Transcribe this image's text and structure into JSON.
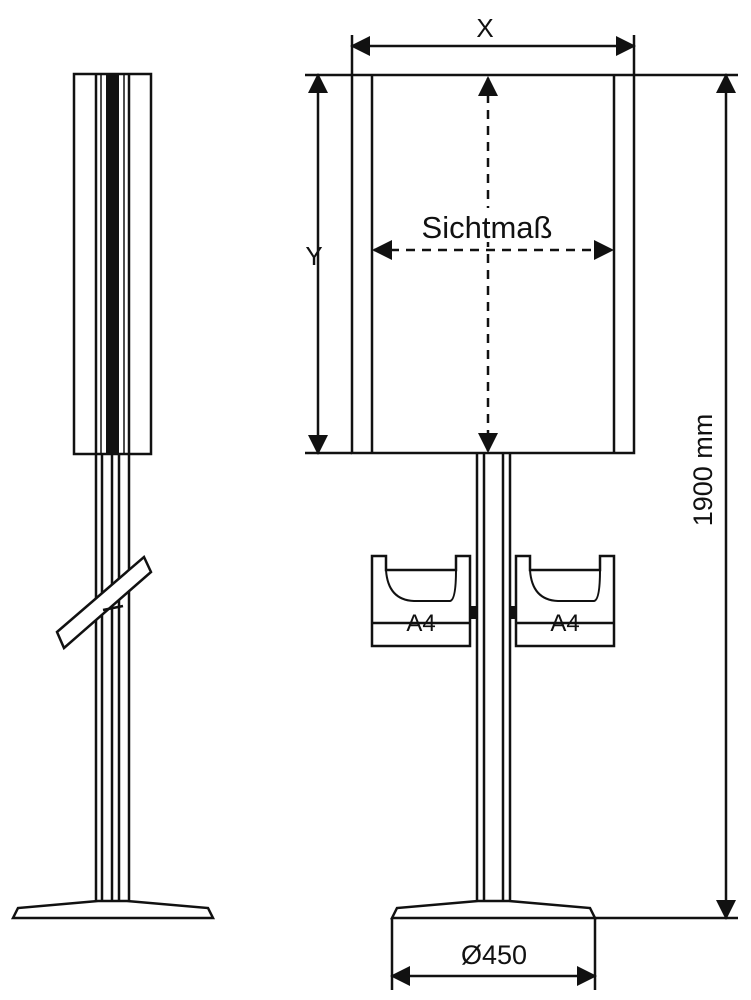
{
  "labels": {
    "width_dim": "X",
    "height_dim": "Y",
    "visible_area": "Sichtmaß",
    "total_height": "1900 mm",
    "base_diameter": "Ø450",
    "tray_left": "A4",
    "tray_right": "A4"
  },
  "colors": {
    "line": "#111111",
    "background": "#ffffff"
  }
}
